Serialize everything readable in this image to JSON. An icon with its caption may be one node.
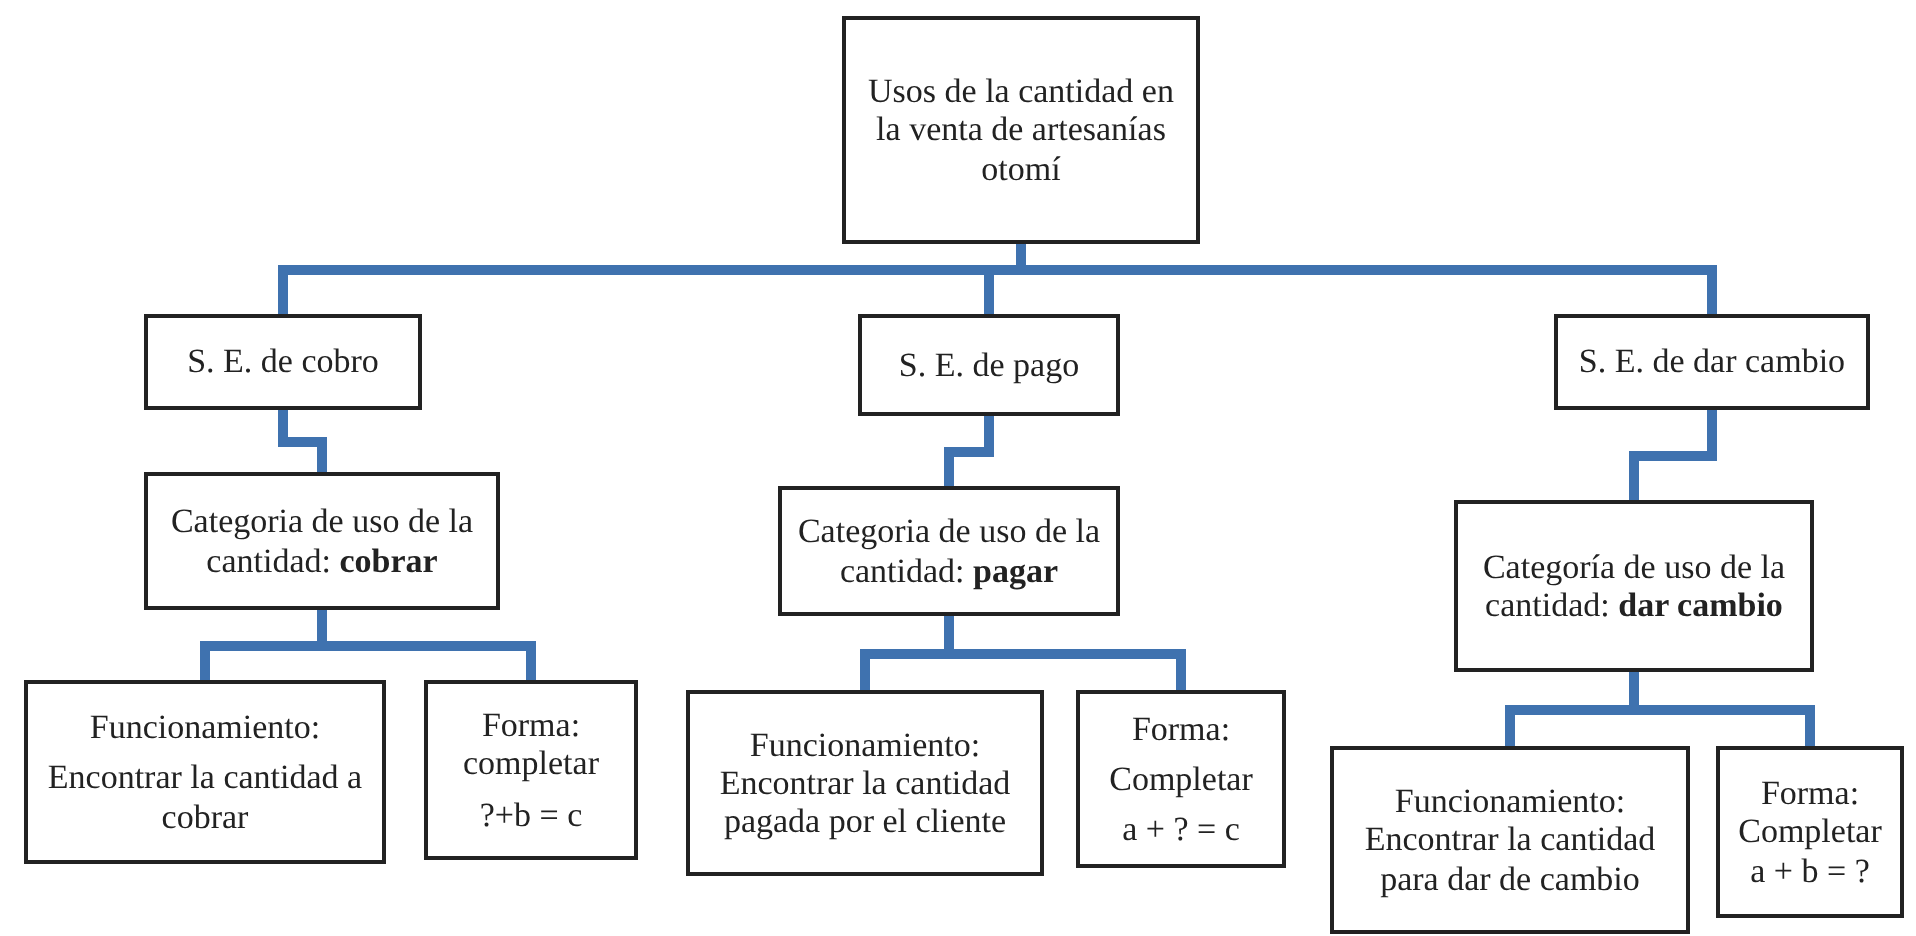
{
  "diagram": {
    "nodes": [
      {
        "text": [
          "Usos de la cantidad en la venta de artesanías otomí"
        ]
      },
      {
        "text": [
          "S. E. de cobro"
        ]
      },
      {
        "text": [
          "S. E. de pago"
        ]
      },
      {
        "text": [
          "S. E. de dar cambio"
        ]
      },
      {
        "text": [
          "Categoria de uso de la cantidad: **cobrar**"
        ]
      },
      {
        "text": [
          "Categoria de uso de la cantidad: **pagar**"
        ]
      },
      {
        "text": [
          "Categoría de uso de la cantidad: **dar cambio**"
        ]
      },
      {
        "text": [
          "Funcionamiento:",
          "Encontrar la cantidad a cobrar"
        ]
      },
      {
        "text": [
          "Forma: completar",
          "?+b = c"
        ]
      },
      {
        "text": [
          "Funcionamiento:",
          "Encontrar la cantidad pagada por el cliente"
        ]
      },
      {
        "text": [
          "Forma:",
          "Completar",
          "a + ? = c"
        ]
      },
      {
        "text": [
          "Funcionamiento:",
          "Encontrar la cantidad para dar de cambio"
        ]
      },
      {
        "text": [
          "Forma:",
          "Completar",
          "a + b = ?"
        ]
      }
    ],
    "edges": [
      {
        "from": 0,
        "to": 1,
        "arrow": "none"
      },
      {
        "from": 0,
        "to": 2,
        "arrow": "none"
      },
      {
        "from": 0,
        "to": 3,
        "arrow": "none"
      },
      {
        "from": 1,
        "to": 4,
        "arrow": "none"
      },
      {
        "from": 2,
        "to": 5,
        "arrow": "none"
      },
      {
        "from": 3,
        "to": 6,
        "arrow": "none"
      },
      {
        "from": 4,
        "to": 7,
        "arrow": "none"
      },
      {
        "from": 4,
        "to": 8,
        "arrow": "none"
      },
      {
        "from": 5,
        "to": 9,
        "arrow": "none"
      },
      {
        "from": 5,
        "to": 10,
        "arrow": "none"
      },
      {
        "from": 6,
        "to": 11,
        "arrow": "none"
      },
      {
        "from": 6,
        "to": 12,
        "arrow": "none"
      }
    ]
  }
}
